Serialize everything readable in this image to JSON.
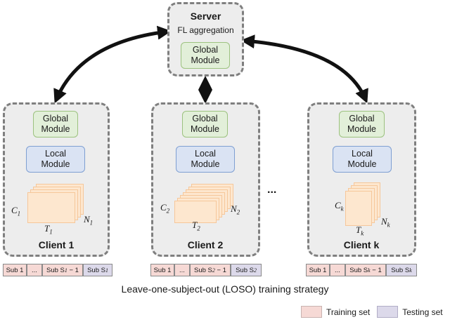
{
  "server": {
    "title": "Server",
    "subtitle": "FL aggregation",
    "module_line1": "Global",
    "module_line2": "Module"
  },
  "clients": [
    {
      "label": "Client 1",
      "global_line1": "Global",
      "global_line2": "Module",
      "local_line1": "Local",
      "local_line2": "Module",
      "c_base": "C",
      "c_sub": "1",
      "n_base": "N",
      "n_sub": "1",
      "t_base": "T",
      "t_sub": "1",
      "strip": {
        "first": "Sub 1",
        "dots": "...",
        "prev": "Sub S",
        "prev_sub": "1",
        "prev_suffix": "− 1",
        "last": "Sub S",
        "last_sub": "1"
      }
    },
    {
      "label": "Client 2",
      "global_line1": "Global",
      "global_line2": "Module",
      "local_line1": "Local",
      "local_line2": "Module",
      "c_base": "C",
      "c_sub": "2",
      "n_base": "N",
      "n_sub": "2",
      "t_base": "T",
      "t_sub": "2",
      "strip": {
        "first": "Sub 1",
        "dots": "...",
        "prev": "Sub S",
        "prev_sub": "2",
        "prev_suffix": "− 1",
        "last": "Sub S",
        "last_sub": "2"
      }
    },
    {
      "label": "Client k",
      "global_line1": "Global",
      "global_line2": "Module",
      "local_line1": "Local",
      "local_line2": "Module",
      "c_base": "C",
      "c_sub": "k",
      "n_base": "N",
      "n_sub": "k",
      "t_base": "T",
      "t_sub": "k",
      "strip": {
        "first": "Sub 1",
        "dots": "...",
        "prev": "Sub S",
        "prev_sub": "k",
        "prev_suffix": "− 1",
        "last": "Sub S",
        "last_sub": "k"
      }
    }
  ],
  "ellipsis": "...",
  "strategy_caption": "Leave-one-subject-out (LOSO) training strategy",
  "legend": {
    "training": "Training set",
    "testing": "Testing set"
  },
  "colors": {
    "training": "#f6d9d5",
    "testing": "#dcd9ea",
    "global_module": "#e2efd9",
    "local_module": "#dae3f3",
    "box_fill": "#ededed",
    "box_border": "#7f7f7f"
  }
}
